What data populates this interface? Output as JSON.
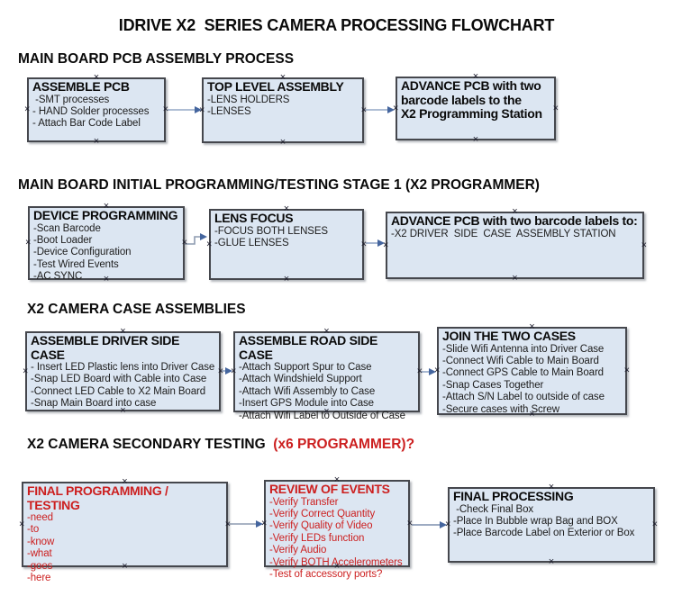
{
  "title": "IDRIVE X2  SERIES CAMERA PROCESSING FLOWCHART",
  "colors": {
    "box_fill": "#dce6f2",
    "box_border": "#45474d",
    "red_text": "#cc1f1f",
    "connector_line": "#93a7c6",
    "connector_arrow": "#44659e"
  },
  "icons": {
    "connection_handle": "×"
  },
  "sections": [
    {
      "header": "MAIN BOARD PCB ASSEMBLY PROCESS",
      "header_suffix": "",
      "boxes": [
        {
          "title": "ASSEMBLE PCB",
          "items": [
            " -SMT processes",
            "- HAND Solder processes",
            "- Attach Bar Code Label"
          ],
          "red": false
        },
        {
          "title": "TOP LEVEL ASSEMBLY",
          "items": [
            "-LENS HOLDERS",
            "-LENSES"
          ],
          "red": false
        },
        {
          "title": "ADVANCE PCB with two\nbarcode labels to the\n X2 Programming Station",
          "items": [],
          "red": false
        }
      ]
    },
    {
      "header": "MAIN BOARD INITIAL PROGRAMMING/TESTING STAGE 1 (X2 PROGRAMMER)",
      "header_suffix": "",
      "boxes": [
        {
          "title": "DEVICE PROGRAMMING",
          "items": [
            "-Scan Barcode",
            "-Boot Loader",
            "-Device Configuration",
            "-Test Wired Events",
            "-AC SYNC"
          ],
          "red": false
        },
        {
          "title": "LENS FOCUS",
          "items": [
            "-FOCUS BOTH LENSES",
            "-GLUE LENSES"
          ],
          "red": false
        },
        {
          "title": "ADVANCE PCB with two barcode labels to:",
          "items": [
            "-X2 DRIVER  SIDE  CASE  ASSEMBLY STATION"
          ],
          "red": false
        }
      ]
    },
    {
      "header": "X2 CAMERA CASE ASSEMBLIES",
      "header_suffix": "",
      "boxes": [
        {
          "title": "ASSEMBLE DRIVER SIDE CASE",
          "items": [
            "- Insert LED Plastic lens into Driver Case",
            "-Snap LED Board with Cable into Case",
            "-Connect LED Cable to X2 Main Board",
            "-Snap Main Board into case"
          ],
          "red": false
        },
        {
          "title": "ASSEMBLE ROAD SIDE CASE",
          "items": [
            "-Attach Support Spur to Case",
            "-Attach Windshield Support",
            "-Attach Wifi Assembly to Case",
            "-Insert GPS Module into Case",
            "-Attach Wifi Label to Outside of Case"
          ],
          "red": false
        },
        {
          "title": "JOIN THE TWO CASES",
          "items": [
            "-Slide Wifi Antenna into Driver Case",
            "-Connect Wifi Cable to Main Board",
            "-Connect GPS Cable to Main Board",
            "-Snap Cases Together",
            "-Attach S/N Label to outside of case",
            "-Secure cases with Screw"
          ],
          "red": false
        }
      ]
    },
    {
      "header": "X2 CAMERA SECONDARY TESTING ",
      "header_suffix": " (x6 PROGRAMMER)?",
      "boxes": [
        {
          "title": "FINAL PROGRAMMING / TESTING",
          "items": [
            "-need",
            "-to",
            "-know",
            "-what",
            "-goes",
            "-here"
          ],
          "red": true
        },
        {
          "title": "REVIEW OF EVENTS",
          "items": [
            "-Verify Transfer",
            "-Verify Correct Quantity",
            "-Verify Quality of Video",
            "-Verify LEDs function",
            "-Verify Audio",
            "-Verify BOTH Accelerometers",
            "-Test of accessory ports?"
          ],
          "red": true
        },
        {
          "title": "FINAL PROCESSING",
          "items": [
            " -Check Final Box",
            "-Place In Bubble wrap Bag and BOX",
            "-Place Barcode Label on Exterior or Box"
          ],
          "red": false
        }
      ]
    }
  ]
}
